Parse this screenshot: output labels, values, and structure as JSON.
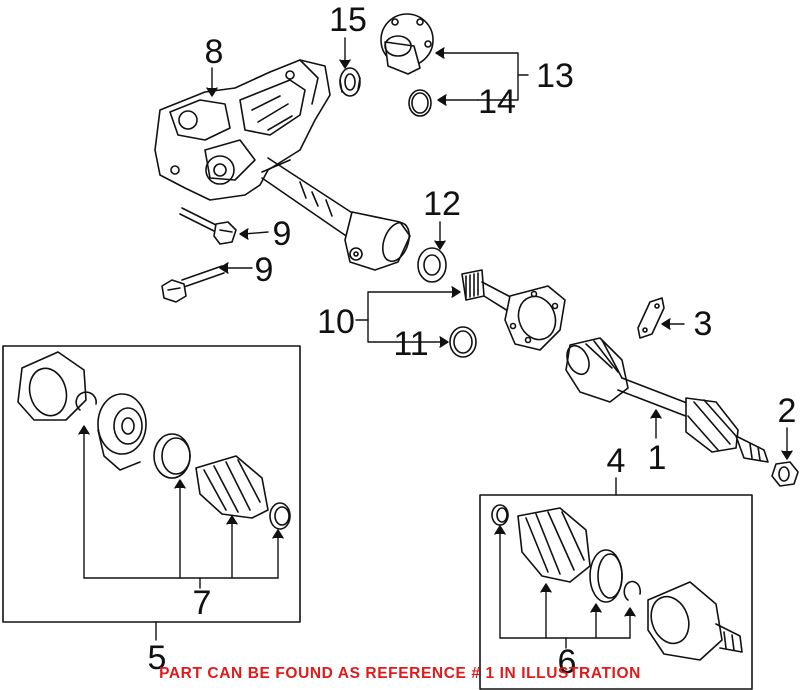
{
  "diagram": {
    "callouts": {
      "c1": "1",
      "c2": "2",
      "c3": "3",
      "c4": "4",
      "c5": "5",
      "c6": "6",
      "c7": "7",
      "c8": "8",
      "c9a": "9",
      "c9b": "9",
      "c10": "10",
      "c11": "11",
      "c12": "12",
      "c13": "13",
      "c14": "14",
      "c15": "15"
    },
    "notice": "PART CAN BE FOUND AS REFERENCE # 1 IN ILLUSTRATION",
    "colors": {
      "ink": "#111111",
      "notice": "#e01a1a",
      "background": "#ffffff"
    }
  }
}
